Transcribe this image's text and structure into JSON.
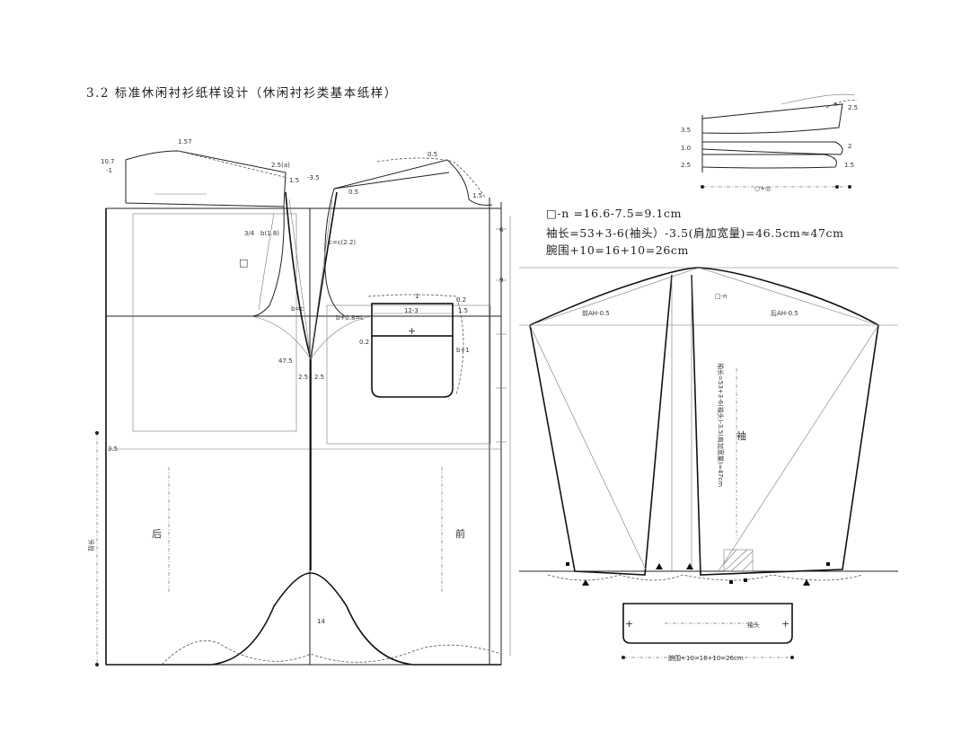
{
  "title": "3.2 标准休闲衬衫纸样设计（休闲衬衫类基本纸样）",
  "formulas": [
    "□-n =16.6-7.5=9.1cm",
    "袖长=53+3-6(袖头）-3.5(肩加宽量)=46.5cm≈47cm",
    "腕围+10=16+10=26cm"
  ],
  "body_labels": {
    "back": "后",
    "front": "前",
    "back_length": "背长",
    "square_mark": "□",
    "hem_value": "14",
    "side_value": "3.5",
    "left_value": "47.5"
  },
  "small_labels": {
    "neck_mark": "1.57",
    "sh_left": "10.7",
    "minus_one": "-1",
    "yoke_2_5": "2.5(a)",
    "minus_3_5": "-3.5",
    "one_5": "1.5",
    "zero_5": "0.5",
    "zero_5_b": "0.5",
    "one_5_b": "1.5",
    "three_four": "3/4",
    "b_1_8": "b(1.8)",
    "c_eq": "c=c(2.2)",
    "b_eq_c": "b=c",
    "b_minus": "b+0.8=c",
    "two_5": "2.5",
    "two_5_b": "2.5",
    "pocket_w": "12-3",
    "zero_2": "0.2",
    "zero_2_b": "0.2",
    "one_5_c": "1.5",
    "one": "1",
    "b_plus_1": "b+1",
    "nine": "9",
    "six": "6"
  },
  "sleeve_labels": {
    "ah_front": "前AH-0.5",
    "ah_back": "后AH-0.5",
    "cap_n": "□-n",
    "sleeve_char": "袖",
    "sleeve_len_v": "袖长=53+3-6(袖头)-3.5(肩加宽量)≈47cm",
    "cuff_name": "袖头",
    "cuff_width": "腕围+10=16+10=26cm"
  },
  "collar_labels": {
    "n": "n",
    "v25a": "2.5",
    "v35": "3.5",
    "v10": "1.0",
    "v25b": "2.5",
    "v2": "2",
    "v15": "1.5",
    "mid": "○+◎"
  }
}
